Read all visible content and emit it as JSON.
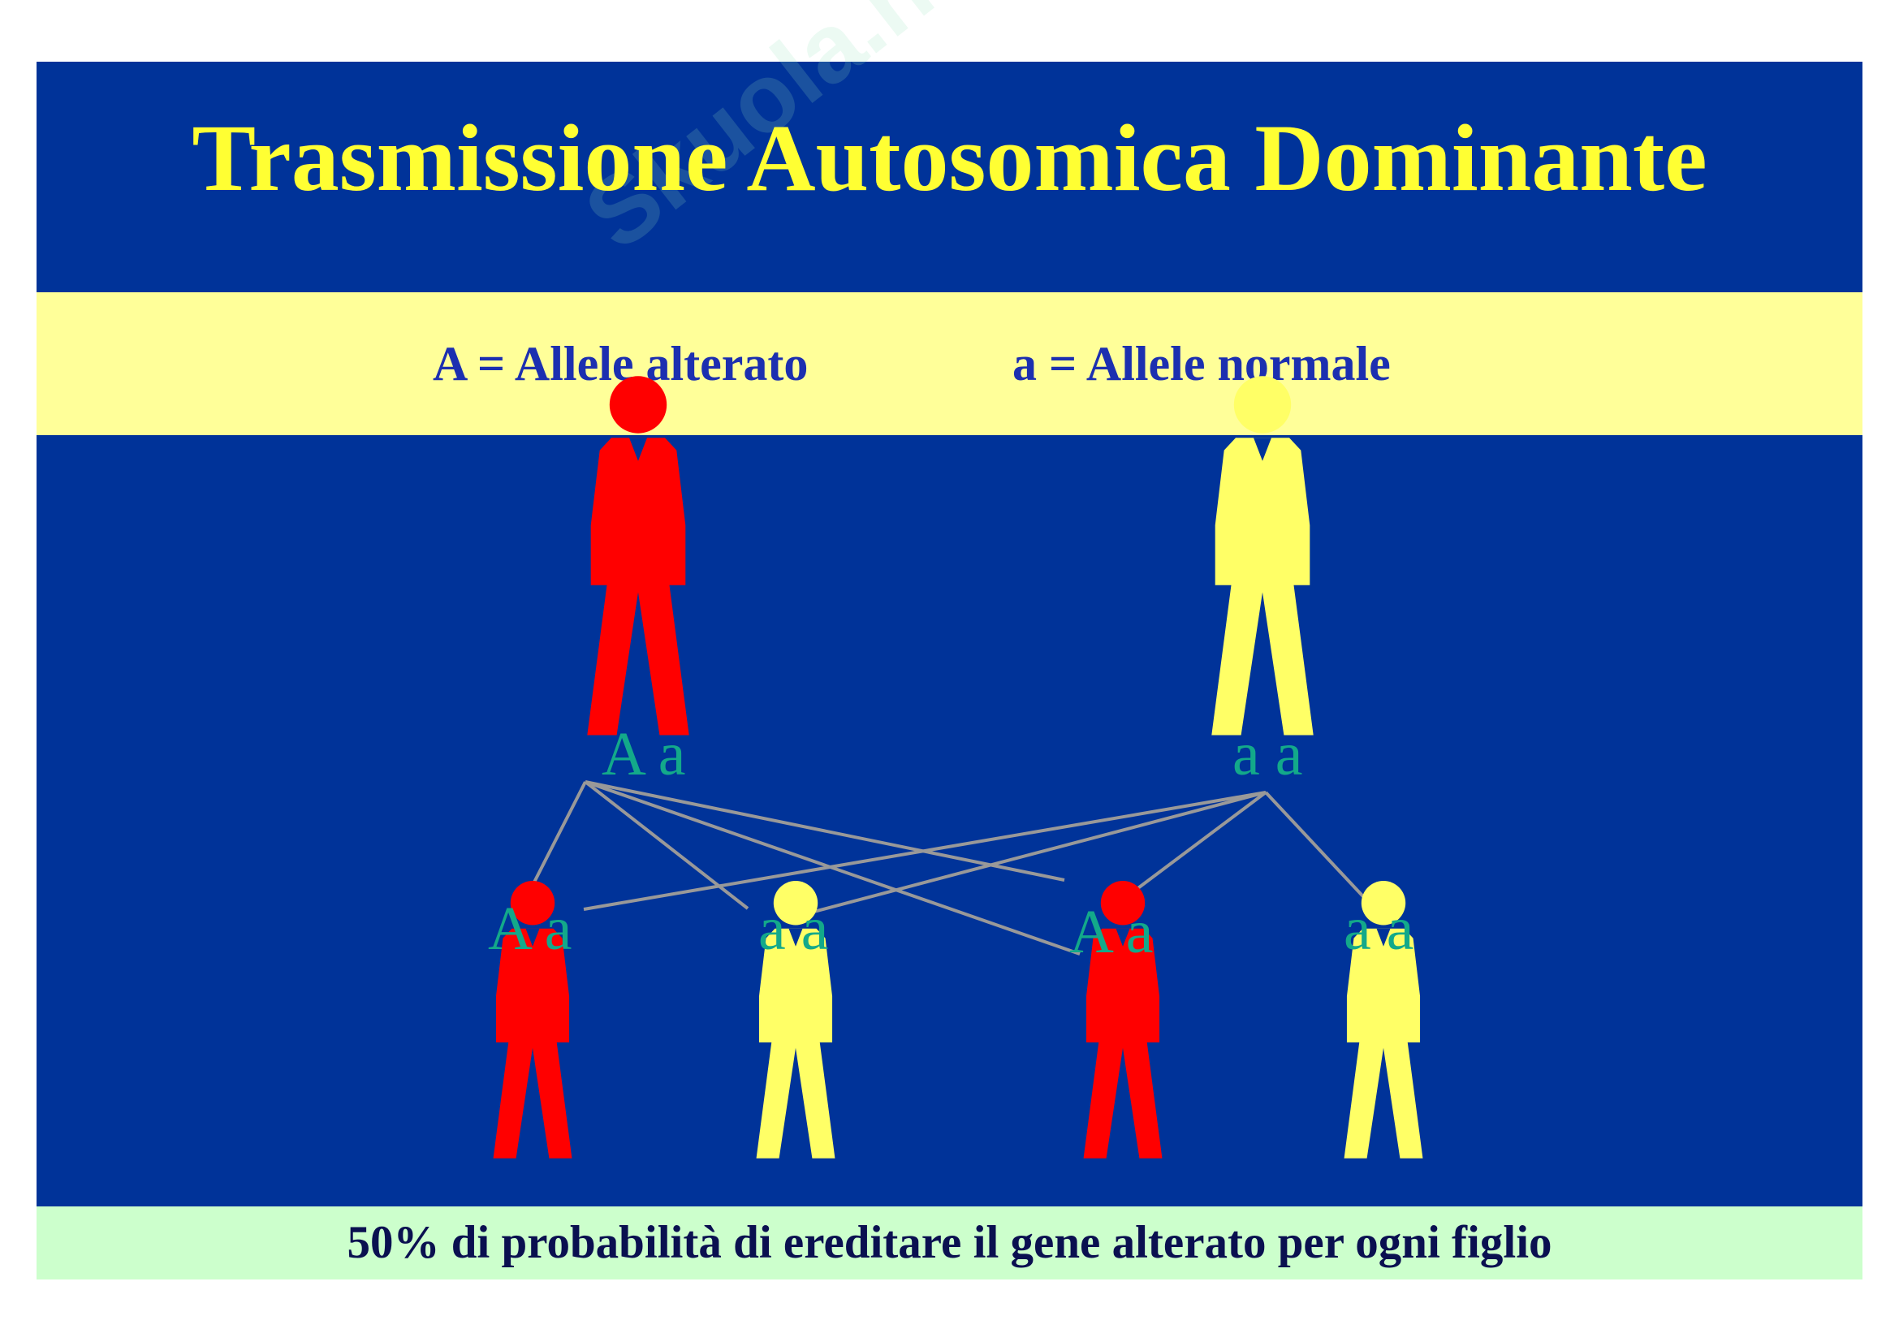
{
  "title": "Trasmissione Autosomica Dominante",
  "legend": {
    "dominant": "A = Allele alterato",
    "recessive": "a = Allele normale"
  },
  "parents": [
    {
      "genotype": "A a",
      "affected": true
    },
    {
      "genotype": "a a",
      "affected": false
    }
  ],
  "children": [
    {
      "genotype": "A a",
      "affected": true
    },
    {
      "genotype": "a a",
      "affected": false
    },
    {
      "genotype": "A a",
      "affected": true
    },
    {
      "genotype": "a a",
      "affected": false
    }
  ],
  "footer": "50% di probabilità di ereditare il gene alterato per ogni figlio",
  "watermark": "Skuola.net",
  "colors": {
    "background": "#003399",
    "title": "#ffff33",
    "affected": "#ff0000",
    "unaffected": "#ffff66",
    "genotype_text": "#13a98a",
    "legend_band": "#ffff99",
    "footer_band": "#ccffcc",
    "lines": "#999999"
  }
}
